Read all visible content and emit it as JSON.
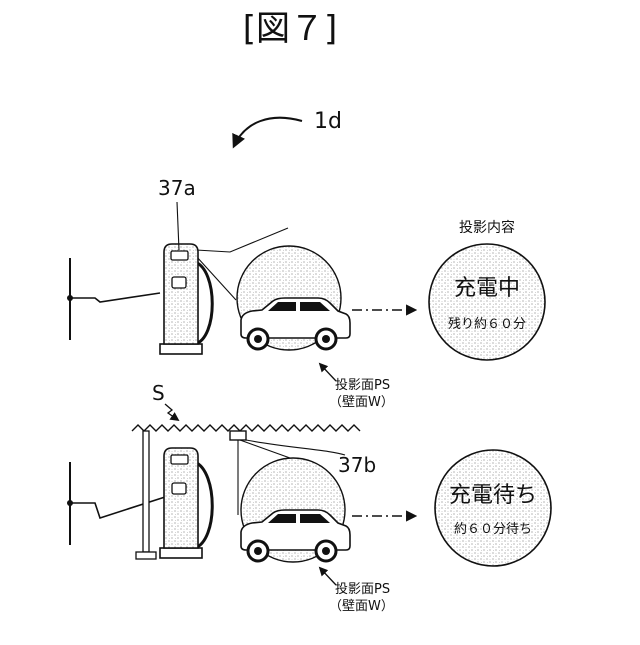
{
  "figure": {
    "title": "[図７]",
    "ref_device": "1d",
    "upper": {
      "ref_projector": "37a",
      "projection_heading": "投影内容",
      "surface_label_line1": "投影面PS",
      "surface_label_line2": "（壁面W）",
      "content_main": "充電中",
      "content_sub": "残り約６０分"
    },
    "lower": {
      "ref_ceiling": "S",
      "ref_projector": "37b",
      "surface_label_line1": "投影面PS",
      "surface_label_line2": "（壁面W）",
      "content_main": "充電待ち",
      "content_sub": "約６０分待ち"
    }
  }
}
